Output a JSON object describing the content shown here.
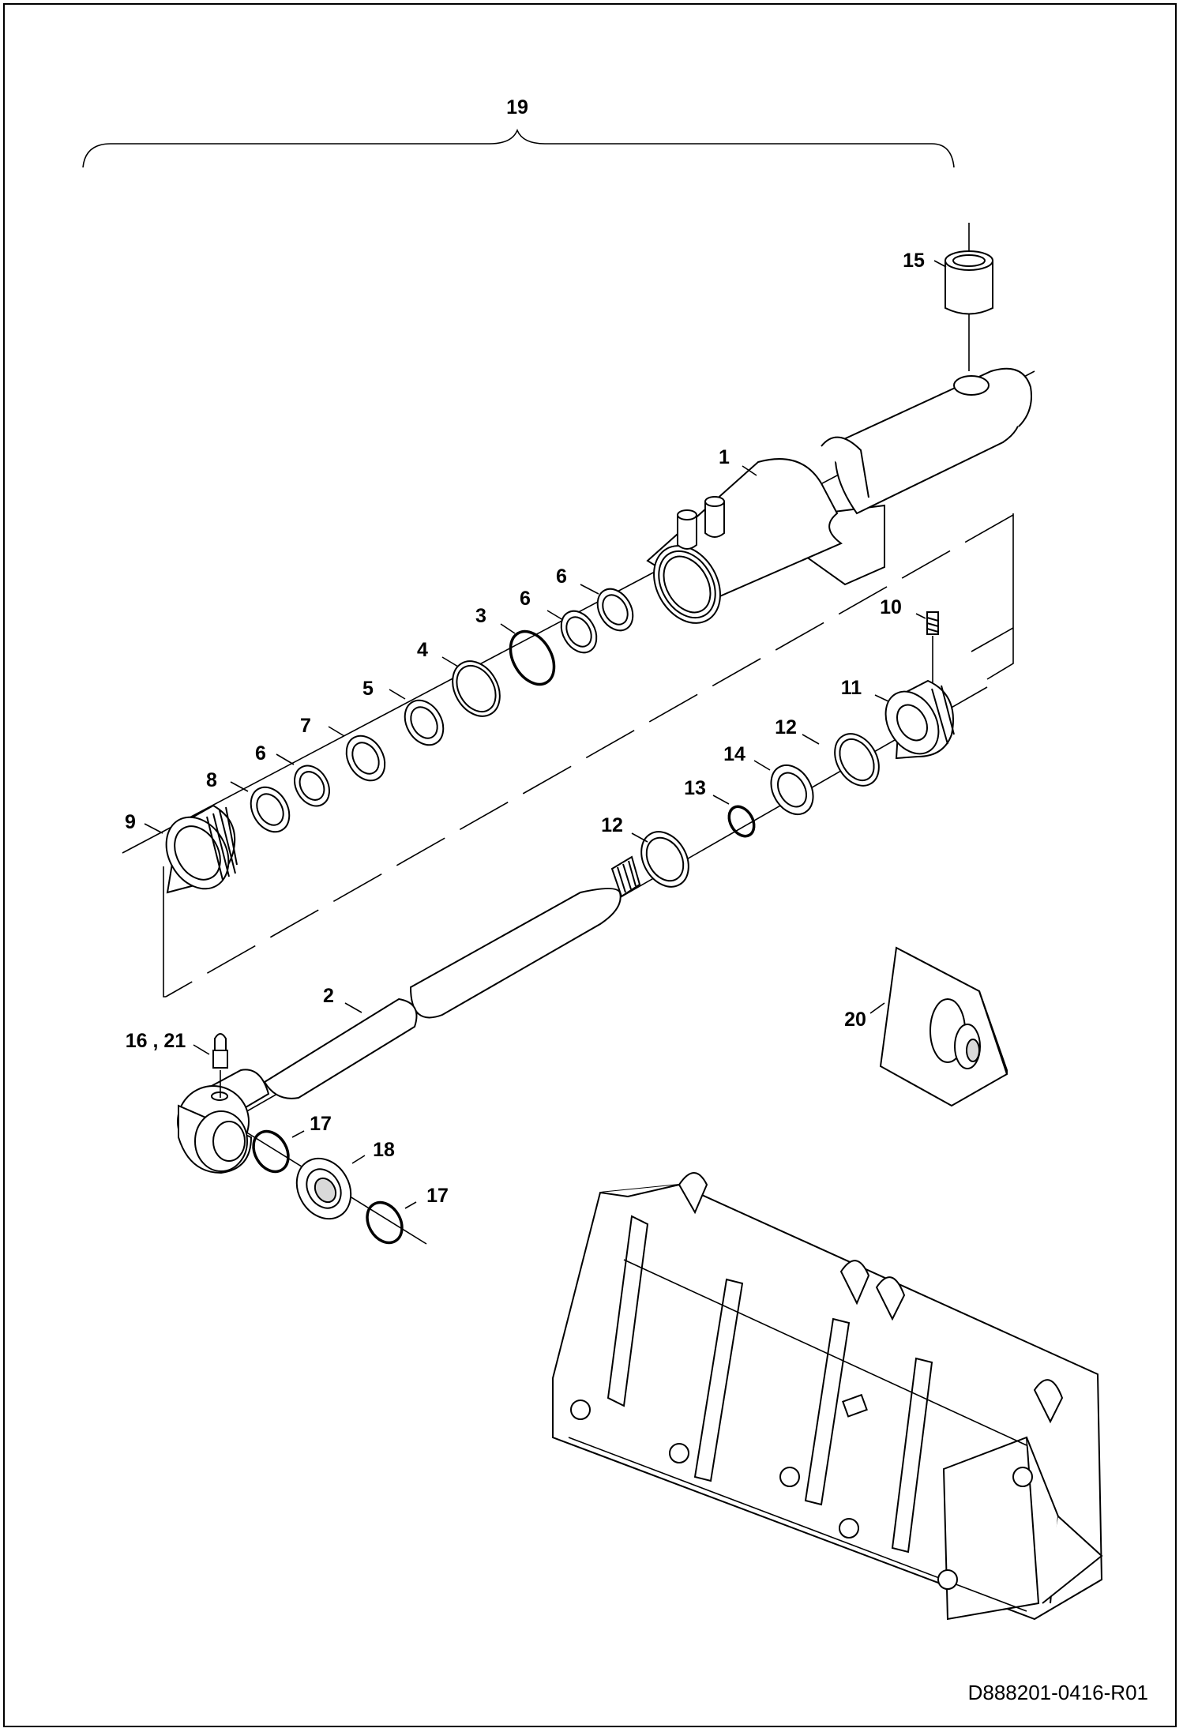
{
  "diagram": {
    "callouts": [
      {
        "id": "19",
        "label": "19"
      },
      {
        "id": "15",
        "label": "15"
      },
      {
        "id": "1",
        "label": "1"
      },
      {
        "id": "6a",
        "label": "6"
      },
      {
        "id": "6b",
        "label": "6"
      },
      {
        "id": "3",
        "label": "3"
      },
      {
        "id": "4",
        "label": "4"
      },
      {
        "id": "5",
        "label": "5"
      },
      {
        "id": "7",
        "label": "7"
      },
      {
        "id": "6c",
        "label": "6"
      },
      {
        "id": "8",
        "label": "8"
      },
      {
        "id": "9",
        "label": "9"
      },
      {
        "id": "10",
        "label": "10"
      },
      {
        "id": "11",
        "label": "11"
      },
      {
        "id": "12a",
        "label": "12"
      },
      {
        "id": "14",
        "label": "14"
      },
      {
        "id": "13",
        "label": "13"
      },
      {
        "id": "12b",
        "label": "12"
      },
      {
        "id": "2",
        "label": "2"
      },
      {
        "id": "16_21",
        "label": "16 , 21"
      },
      {
        "id": "17a",
        "label": "17"
      },
      {
        "id": "18",
        "label": "18"
      },
      {
        "id": "17b",
        "label": "17"
      },
      {
        "id": "20",
        "label": "20"
      }
    ],
    "document_id": "D888201-0416-R01"
  }
}
